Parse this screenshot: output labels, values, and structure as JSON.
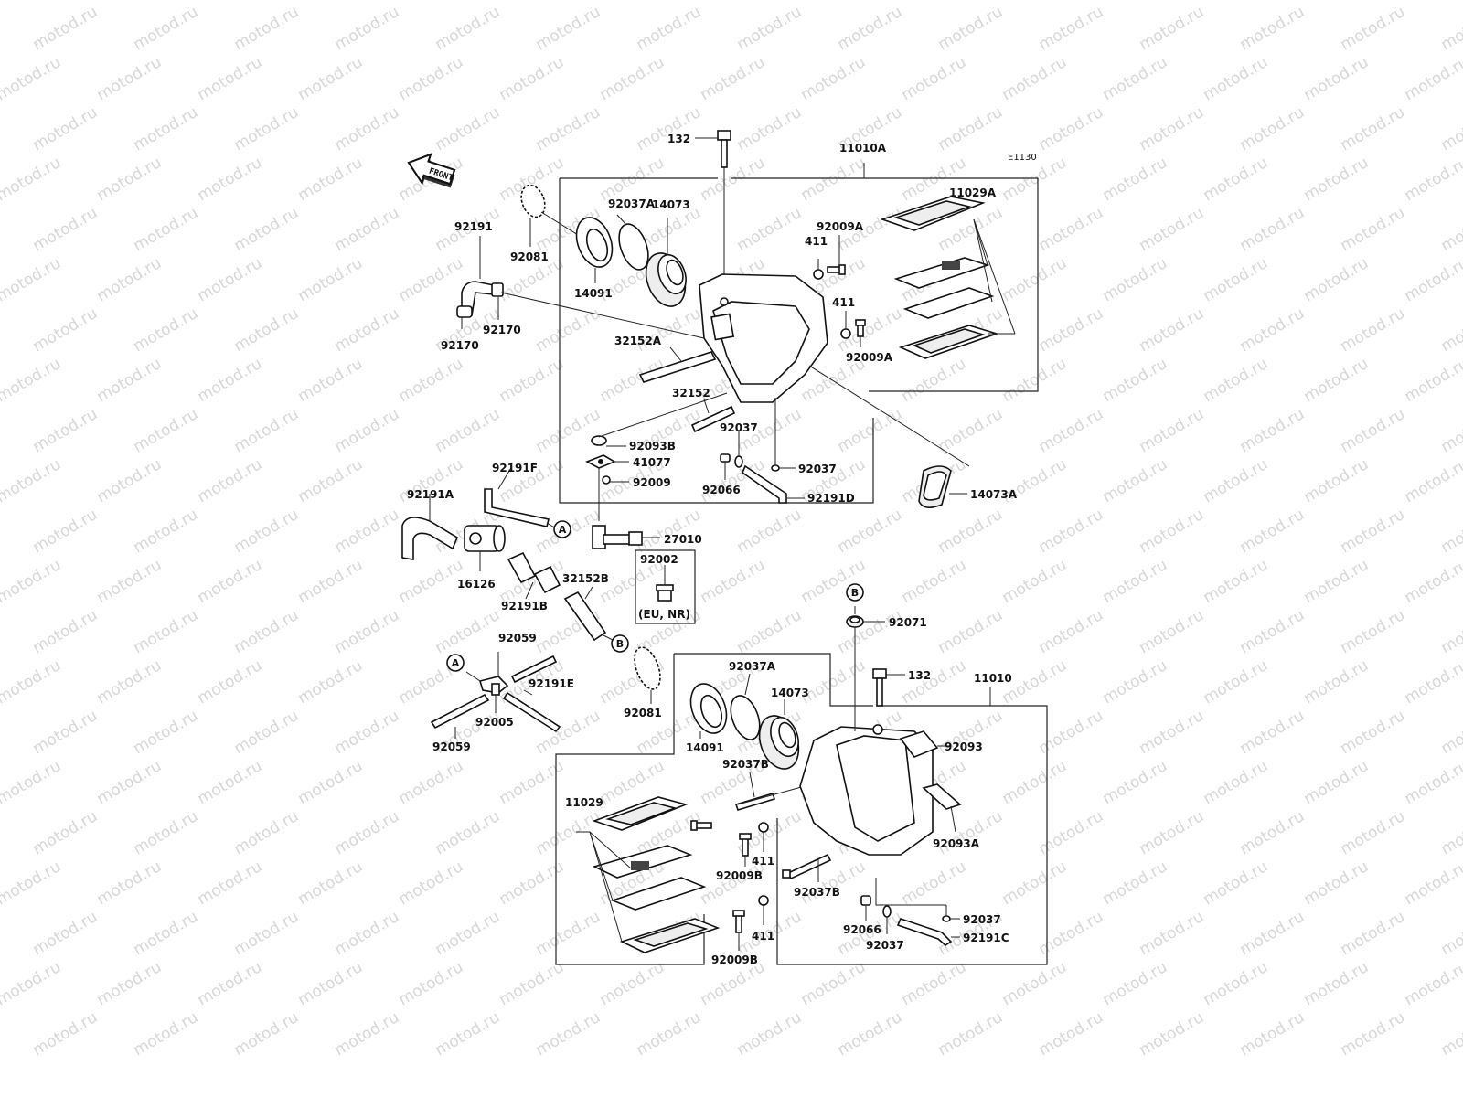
{
  "diagram": {
    "code": "E1130",
    "watermark": "motod.ru",
    "front_arrow": "FRONT",
    "labels": {
      "p132_top": "132",
      "p11010A": "11010A",
      "p92037A_top": "92037A",
      "p14073_top": "14073",
      "p92081_top": "92081",
      "p14091_top": "14091",
      "p92191": "92191",
      "p92170_a": "92170",
      "p92170_b": "92170",
      "p32152A": "32152A",
      "p32152": "32152",
      "p92037_a": "92037",
      "p92093B": "92093B",
      "p41077": "41077",
      "p92009": "92009",
      "p92066_top": "92066",
      "p92037_b": "92037",
      "p92191D": "92191D",
      "p92009A_top": "92009A",
      "p411_a": "411",
      "p411_b": "411",
      "p92009A_b": "92009A",
      "p11029A": "11029A",
      "p14073A": "14073A",
      "p92191F": "92191F",
      "p92191A": "92191A",
      "p16126": "16126",
      "p92191B": "92191B",
      "p32152B": "32152B",
      "p27010": "27010",
      "p92002": "92002",
      "p_eunr": "(EU, NR)",
      "p92059_top": "92059",
      "p92191E": "92191E",
      "p92005": "92005",
      "p92059_bot": "92059",
      "p92081_bot": "92081",
      "p14091_bot": "14091",
      "p92037A_bot": "92037A",
      "p14073_bot": "14073",
      "p92037B_a": "92037B",
      "p92071": "92071",
      "p132_bot": "132",
      "p11010": "11010",
      "p92093": "92093",
      "p92093A": "92093A",
      "p11029": "11029",
      "p411_c": "411",
      "p92009B_a": "92009B",
      "p92037B_b": "92037B",
      "p411_d": "411",
      "p92009B_b": "92009B",
      "p92066_bot": "92066",
      "p92037_c": "92037",
      "p92037_d": "92037",
      "p92191C": "92191C",
      "refA_1": "A",
      "refA_2": "A",
      "refB_1": "B",
      "refB_2": "B"
    }
  }
}
